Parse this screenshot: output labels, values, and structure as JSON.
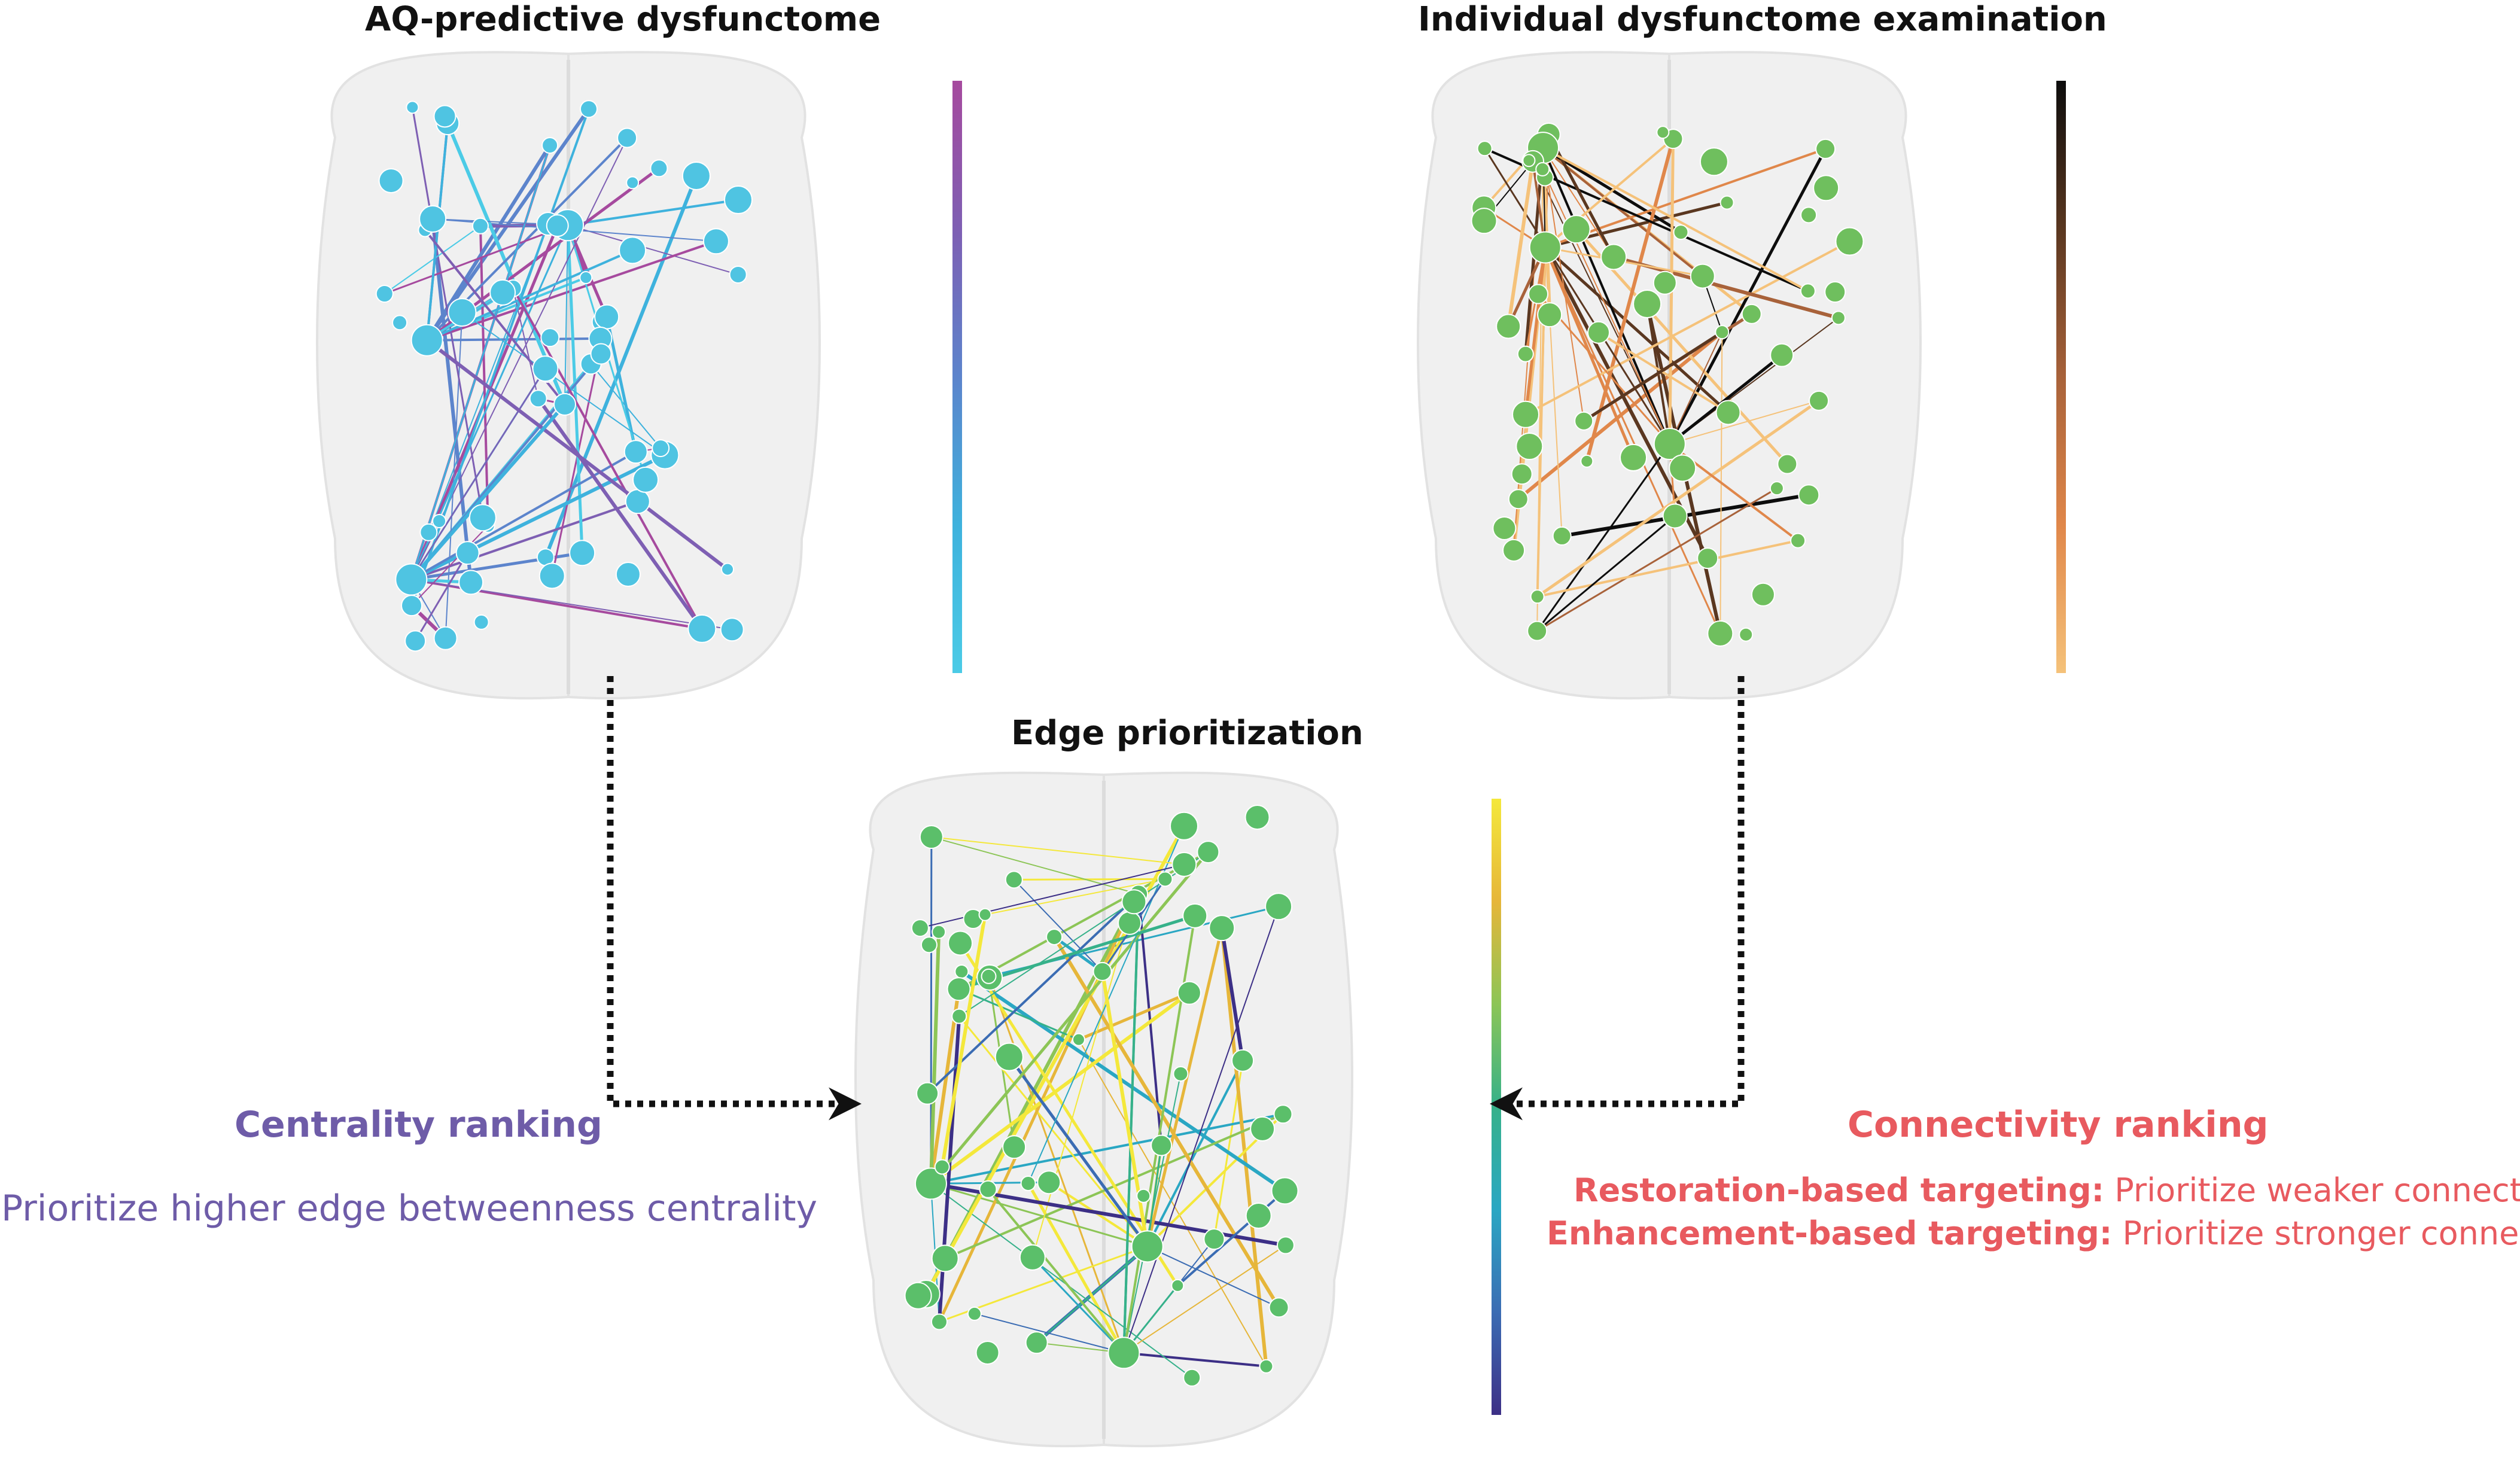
{
  "panels": {
    "aq": {
      "title": "AQ-predictive dysfunctome",
      "node_color": "#4fc4e2",
      "highlight_color": "#8c56b8"
    },
    "individual": {
      "title": "Individual dysfunctome examination",
      "node_color": "#6fbf5e",
      "highlight_color": "#1f6e4e"
    },
    "edge": {
      "title": "Edge prioritization",
      "node_color": "#5bbf6a",
      "highlight_color": "#1f6e4e"
    }
  },
  "colorbars": {
    "aq": [
      "#a64a9e",
      "#7e5fb3",
      "#5c84cc",
      "#3eb2dd",
      "#4bcbe6"
    ],
    "individual": [
      "#0d0d0d",
      "#5a3720",
      "#a8623a",
      "#e0874a",
      "#f5c27a"
    ],
    "edge": [
      "#f4e83b",
      "#e6b63a",
      "#8cc556",
      "#36b18a",
      "#2aa7c3",
      "#3b6cb3",
      "#3c2f86"
    ]
  },
  "centrality": {
    "heading": "Centrality ranking",
    "text": "Prioritize higher edge betweenness centrality",
    "color": "#6e5ca8"
  },
  "connectivity": {
    "heading": "Connectivity ranking",
    "color": "#e85a5f",
    "restoration_bold": "Restoration-based targeting:",
    "restoration_text": " Prioritize weaker connections",
    "enhancement_bold": "Enhancement-based targeting:",
    "enhancement_text": " Prioritize stronger connections"
  },
  "arrows": {
    "color": "#111111"
  }
}
